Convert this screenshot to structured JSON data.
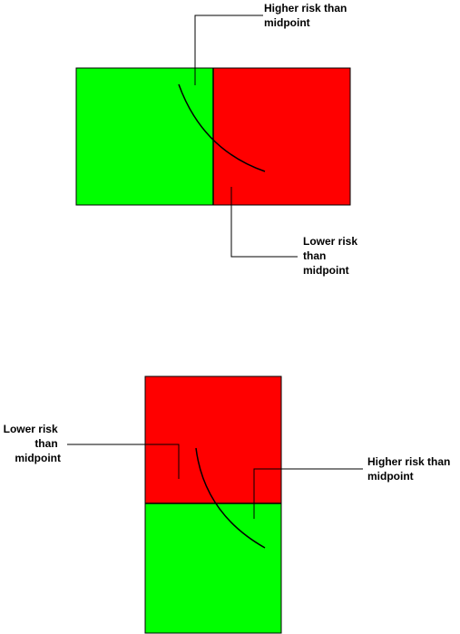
{
  "colors": {
    "green": "#00ff00",
    "red": "#ff0000",
    "stroke": "#000000"
  },
  "diagram_top": {
    "label_upper": [
      "Higher risk than",
      "midpoint"
    ],
    "label_lower": [
      "Lower risk",
      "than",
      "midpoint"
    ]
  },
  "diagram_bottom": {
    "label_left": [
      "Lower risk",
      "than",
      "midpoint"
    ],
    "label_right": [
      "Higher risk than",
      "midpoint"
    ]
  }
}
